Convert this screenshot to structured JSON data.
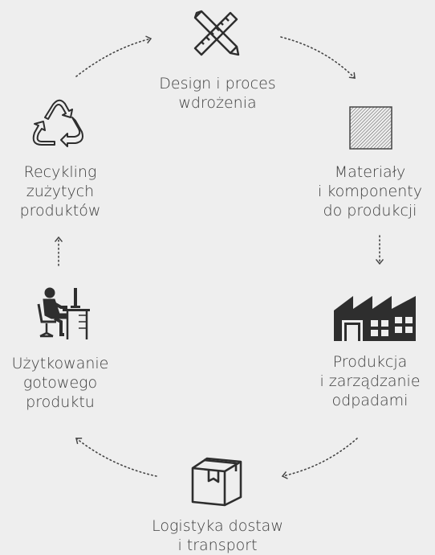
{
  "diagram": {
    "title": "",
    "accent": "#333333",
    "background": "#eeeeee",
    "stages": [
      {
        "id": "design",
        "icon": "pencil-ruler-icon",
        "lines": [
          "Design i proces",
          "wdrożenia"
        ]
      },
      {
        "id": "materials",
        "icon": "material-texture-icon",
        "lines": [
          "Materiały",
          "i komponenty",
          "do produkcji"
        ]
      },
      {
        "id": "production",
        "icon": "factory-icon",
        "lines": [
          "Produkcja",
          "i zarządzanie",
          "odpadami"
        ]
      },
      {
        "id": "logistics",
        "icon": "box-icon",
        "lines": [
          "Logistyka dostaw",
          "i transport"
        ]
      },
      {
        "id": "usage",
        "icon": "desk-worker-icon",
        "lines": [
          "Użytkowanie",
          "gotowego",
          "produktu"
        ]
      },
      {
        "id": "recycling",
        "icon": "recycle-icon",
        "lines": [
          "Recykling",
          "zużytych",
          "produktów"
        ]
      }
    ],
    "flow": [
      "design",
      "materials",
      "production",
      "logistics",
      "usage",
      "recycling",
      "design"
    ]
  }
}
